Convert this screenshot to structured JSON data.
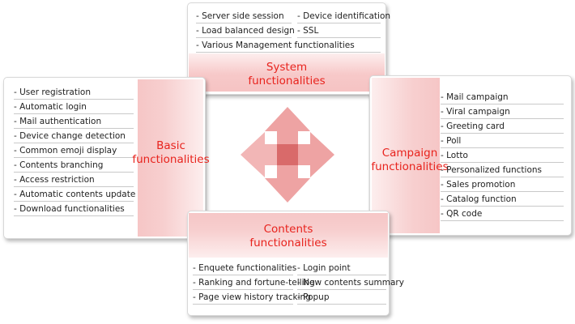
{
  "system": {
    "title": "System\nfunctionalities",
    "col1": [
      "- Server side session",
      "- Load balanced design",
      "- Various Management functionalities"
    ],
    "col2": [
      "- Device identification",
      "- SSL"
    ]
  },
  "basic": {
    "title": "Basic\nfunctionalities",
    "items": [
      "- User registration",
      "- Automatic login",
      "- Mail authentication",
      "- Device change detection",
      "- Common emoji display",
      "- Contents branching",
      "- Access restriction",
      "- Automatic contents update",
      "- Download functionalities"
    ]
  },
  "campaign": {
    "title": "Campaign\nfunctionalities",
    "items": [
      "- Mail campaign",
      "- Viral campaign",
      "- Greeting card",
      "- Poll",
      "- Lotto",
      "- Personalized functions",
      "- Sales promotion",
      "- Catalog function",
      "- QR code"
    ]
  },
  "contents": {
    "title": "Contents\nfunctionalities",
    "col1": [
      "- Enquete functionalities",
      "- Ranking and fortune-telling",
      "- Page view history tracking"
    ],
    "col2": [
      "- Login point",
      "- New contents summary",
      "- Popup"
    ]
  },
  "colors": {
    "accent": "#e8231d",
    "band": "#f6c3c3",
    "arrow": "#e98a8a"
  },
  "icons": {
    "center": "four-way-arrow-icon"
  }
}
